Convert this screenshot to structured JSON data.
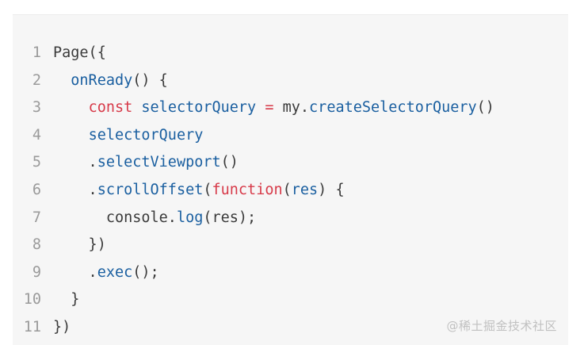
{
  "code": {
    "lines": [
      {
        "number": "1",
        "tokens": [
          {
            "t": "pl",
            "v": "Page({"
          }
        ]
      },
      {
        "number": "2",
        "tokens": [
          {
            "t": "pl",
            "v": "  "
          },
          {
            "t": "fn",
            "v": "onReady"
          },
          {
            "t": "pl",
            "v": "() {"
          }
        ]
      },
      {
        "number": "3",
        "tokens": [
          {
            "t": "pl",
            "v": "    "
          },
          {
            "t": "kw",
            "v": "const"
          },
          {
            "t": "pl",
            "v": " "
          },
          {
            "t": "id",
            "v": "selectorQuery"
          },
          {
            "t": "pl",
            "v": " "
          },
          {
            "t": "kw",
            "v": "="
          },
          {
            "t": "pl",
            "v": " my."
          },
          {
            "t": "fn",
            "v": "createSelectorQuery"
          },
          {
            "t": "pl",
            "v": "()"
          }
        ]
      },
      {
        "number": "4",
        "tokens": [
          {
            "t": "pl",
            "v": "    "
          },
          {
            "t": "id",
            "v": "selectorQuery"
          }
        ]
      },
      {
        "number": "5",
        "tokens": [
          {
            "t": "pl",
            "v": "    ."
          },
          {
            "t": "fn",
            "v": "selectViewport"
          },
          {
            "t": "pl",
            "v": "()"
          }
        ]
      },
      {
        "number": "6",
        "tokens": [
          {
            "t": "pl",
            "v": "    ."
          },
          {
            "t": "fn",
            "v": "scrollOffset"
          },
          {
            "t": "pl",
            "v": "("
          },
          {
            "t": "kw",
            "v": "function"
          },
          {
            "t": "pl",
            "v": "("
          },
          {
            "t": "id",
            "v": "res"
          },
          {
            "t": "pl",
            "v": ") {"
          }
        ]
      },
      {
        "number": "7",
        "tokens": [
          {
            "t": "pl",
            "v": "      console."
          },
          {
            "t": "fn",
            "v": "log"
          },
          {
            "t": "pl",
            "v": "(res);"
          }
        ]
      },
      {
        "number": "8",
        "tokens": [
          {
            "t": "pl",
            "v": "    })"
          }
        ]
      },
      {
        "number": "9",
        "tokens": [
          {
            "t": "pl",
            "v": "    ."
          },
          {
            "t": "fn",
            "v": "exec"
          },
          {
            "t": "pl",
            "v": "();"
          }
        ]
      },
      {
        "number": "10",
        "tokens": [
          {
            "t": "pl",
            "v": "  }"
          }
        ]
      },
      {
        "number": "11",
        "tokens": [
          {
            "t": "pl",
            "v": "})"
          }
        ]
      }
    ]
  },
  "watermark": "@稀土掘金技术社区",
  "colors": {
    "background": "#f6f6f6",
    "keyword": "#d73a49",
    "function": "#1a5fa0",
    "plain": "#3a3a3a",
    "line_number": "#9a9a9a"
  }
}
